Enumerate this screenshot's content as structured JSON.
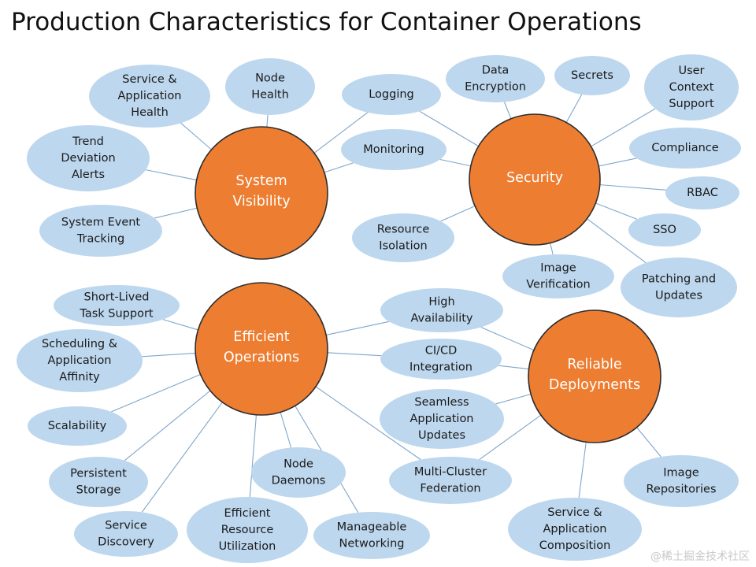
{
  "title": "Production Characteristics for Container Operations",
  "watermark": "@稀土掘金技术社区",
  "colors": {
    "hub": "#ed7d31",
    "leaf": "#bdd7ee",
    "link": "#7ea6cc",
    "hub_text": "#ffffff"
  },
  "hubs": [
    {
      "id": "system-visibility",
      "label": [
        "System",
        "Visibility"
      ]
    },
    {
      "id": "security",
      "label": [
        "Security"
      ]
    },
    {
      "id": "efficient-operations",
      "label": [
        "Efficient",
        "Operations"
      ]
    },
    {
      "id": "reliable-deployments",
      "label": [
        "Reliable",
        "Deployments"
      ]
    }
  ],
  "nodes": [
    {
      "id": "service-application-health",
      "label": [
        "Service &",
        "Application",
        "Health"
      ],
      "hubs": [
        "system-visibility"
      ]
    },
    {
      "id": "node-health",
      "label": [
        "Node",
        "Health"
      ],
      "hubs": [
        "system-visibility"
      ]
    },
    {
      "id": "trend-deviation-alerts",
      "label": [
        "Trend",
        "Deviation",
        "Alerts"
      ],
      "hubs": [
        "system-visibility"
      ]
    },
    {
      "id": "system-event-tracking",
      "label": [
        "System Event",
        "Tracking"
      ],
      "hubs": [
        "system-visibility"
      ]
    },
    {
      "id": "logging",
      "label": [
        "Logging"
      ],
      "hubs": [
        "system-visibility",
        "security"
      ]
    },
    {
      "id": "monitoring",
      "label": [
        "Monitoring"
      ],
      "hubs": [
        "system-visibility",
        "security"
      ]
    },
    {
      "id": "resource-isolation",
      "label": [
        "Resource",
        "Isolation"
      ],
      "hubs": [
        "security"
      ]
    },
    {
      "id": "data-encryption",
      "label": [
        "Data",
        "Encryption"
      ],
      "hubs": [
        "security"
      ]
    },
    {
      "id": "secrets",
      "label": [
        "Secrets"
      ],
      "hubs": [
        "security"
      ]
    },
    {
      "id": "user-context-support",
      "label": [
        "User",
        "Context",
        "Support"
      ],
      "hubs": [
        "security"
      ]
    },
    {
      "id": "compliance",
      "label": [
        "Compliance"
      ],
      "hubs": [
        "security"
      ]
    },
    {
      "id": "rbac",
      "label": [
        "RBAC"
      ],
      "hubs": [
        "security"
      ]
    },
    {
      "id": "sso",
      "label": [
        "SSO"
      ],
      "hubs": [
        "security"
      ]
    },
    {
      "id": "image-verification",
      "label": [
        "Image",
        "Verification"
      ],
      "hubs": [
        "security"
      ]
    },
    {
      "id": "patching-and-updates",
      "label": [
        "Patching and",
        "Updates"
      ],
      "hubs": [
        "security"
      ]
    },
    {
      "id": "short-lived-task-support",
      "label": [
        "Short-Lived",
        "Task Support"
      ],
      "hubs": [
        "efficient-operations"
      ]
    },
    {
      "id": "scheduling-application-affinity",
      "label": [
        "Scheduling &",
        "Application",
        "Affinity"
      ],
      "hubs": [
        "efficient-operations"
      ]
    },
    {
      "id": "scalability",
      "label": [
        "Scalability"
      ],
      "hubs": [
        "efficient-operations"
      ]
    },
    {
      "id": "persistent-storage",
      "label": [
        "Persistent",
        "Storage"
      ],
      "hubs": [
        "efficient-operations"
      ]
    },
    {
      "id": "service-discovery",
      "label": [
        "Service",
        "Discovery"
      ],
      "hubs": [
        "efficient-operations"
      ]
    },
    {
      "id": "efficient-resource-utilization",
      "label": [
        "Efficient",
        "Resource",
        "Utilization"
      ],
      "hubs": [
        "efficient-operations"
      ]
    },
    {
      "id": "node-daemons",
      "label": [
        "Node",
        "Daemons"
      ],
      "hubs": [
        "efficient-operations"
      ]
    },
    {
      "id": "manageable-networking",
      "label": [
        "Manageable",
        "Networking"
      ],
      "hubs": [
        "efficient-operations"
      ]
    },
    {
      "id": "high-availability",
      "label": [
        "High",
        "Availability"
      ],
      "hubs": [
        "efficient-operations",
        "reliable-deployments"
      ]
    },
    {
      "id": "ci-cd-integration",
      "label": [
        "CI/CD",
        "Integration"
      ],
      "hubs": [
        "efficient-operations",
        "reliable-deployments"
      ]
    },
    {
      "id": "seamless-application-updates",
      "label": [
        "Seamless",
        "Application",
        "Updates"
      ],
      "hubs": [
        "reliable-deployments"
      ]
    },
    {
      "id": "multi-cluster-federation",
      "label": [
        "Multi-Cluster",
        "Federation"
      ],
      "hubs": [
        "efficient-operations",
        "reliable-deployments"
      ]
    },
    {
      "id": "image-repositories",
      "label": [
        "Image",
        "Repositories"
      ],
      "hubs": [
        "reliable-deployments"
      ]
    },
    {
      "id": "service-application-composition",
      "label": [
        "Service &",
        "Application",
        "Composition"
      ],
      "hubs": [
        "reliable-deployments"
      ]
    }
  ]
}
